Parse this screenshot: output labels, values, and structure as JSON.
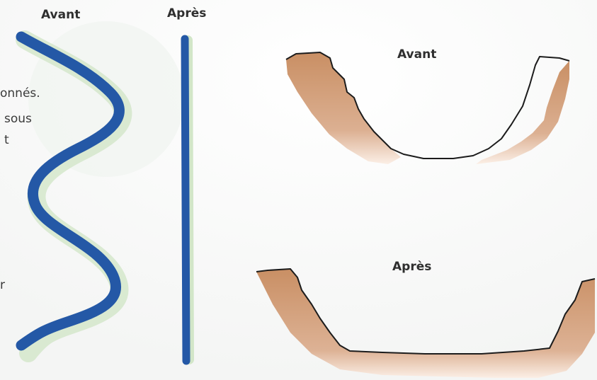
{
  "river": {
    "before_label": "Avant",
    "after_label": "Après",
    "water_color": "#2458a6",
    "bank_tint": "#cfe2c4"
  },
  "valley": {
    "before_label": "Avant",
    "after_label": "Après",
    "soil_color": "#c98f64",
    "outline_color": "#1c1c1c"
  },
  "cut_text": {
    "line1": "onnés.",
    "line2": "sous",
    "line3": "t",
    "line4": "r"
  }
}
